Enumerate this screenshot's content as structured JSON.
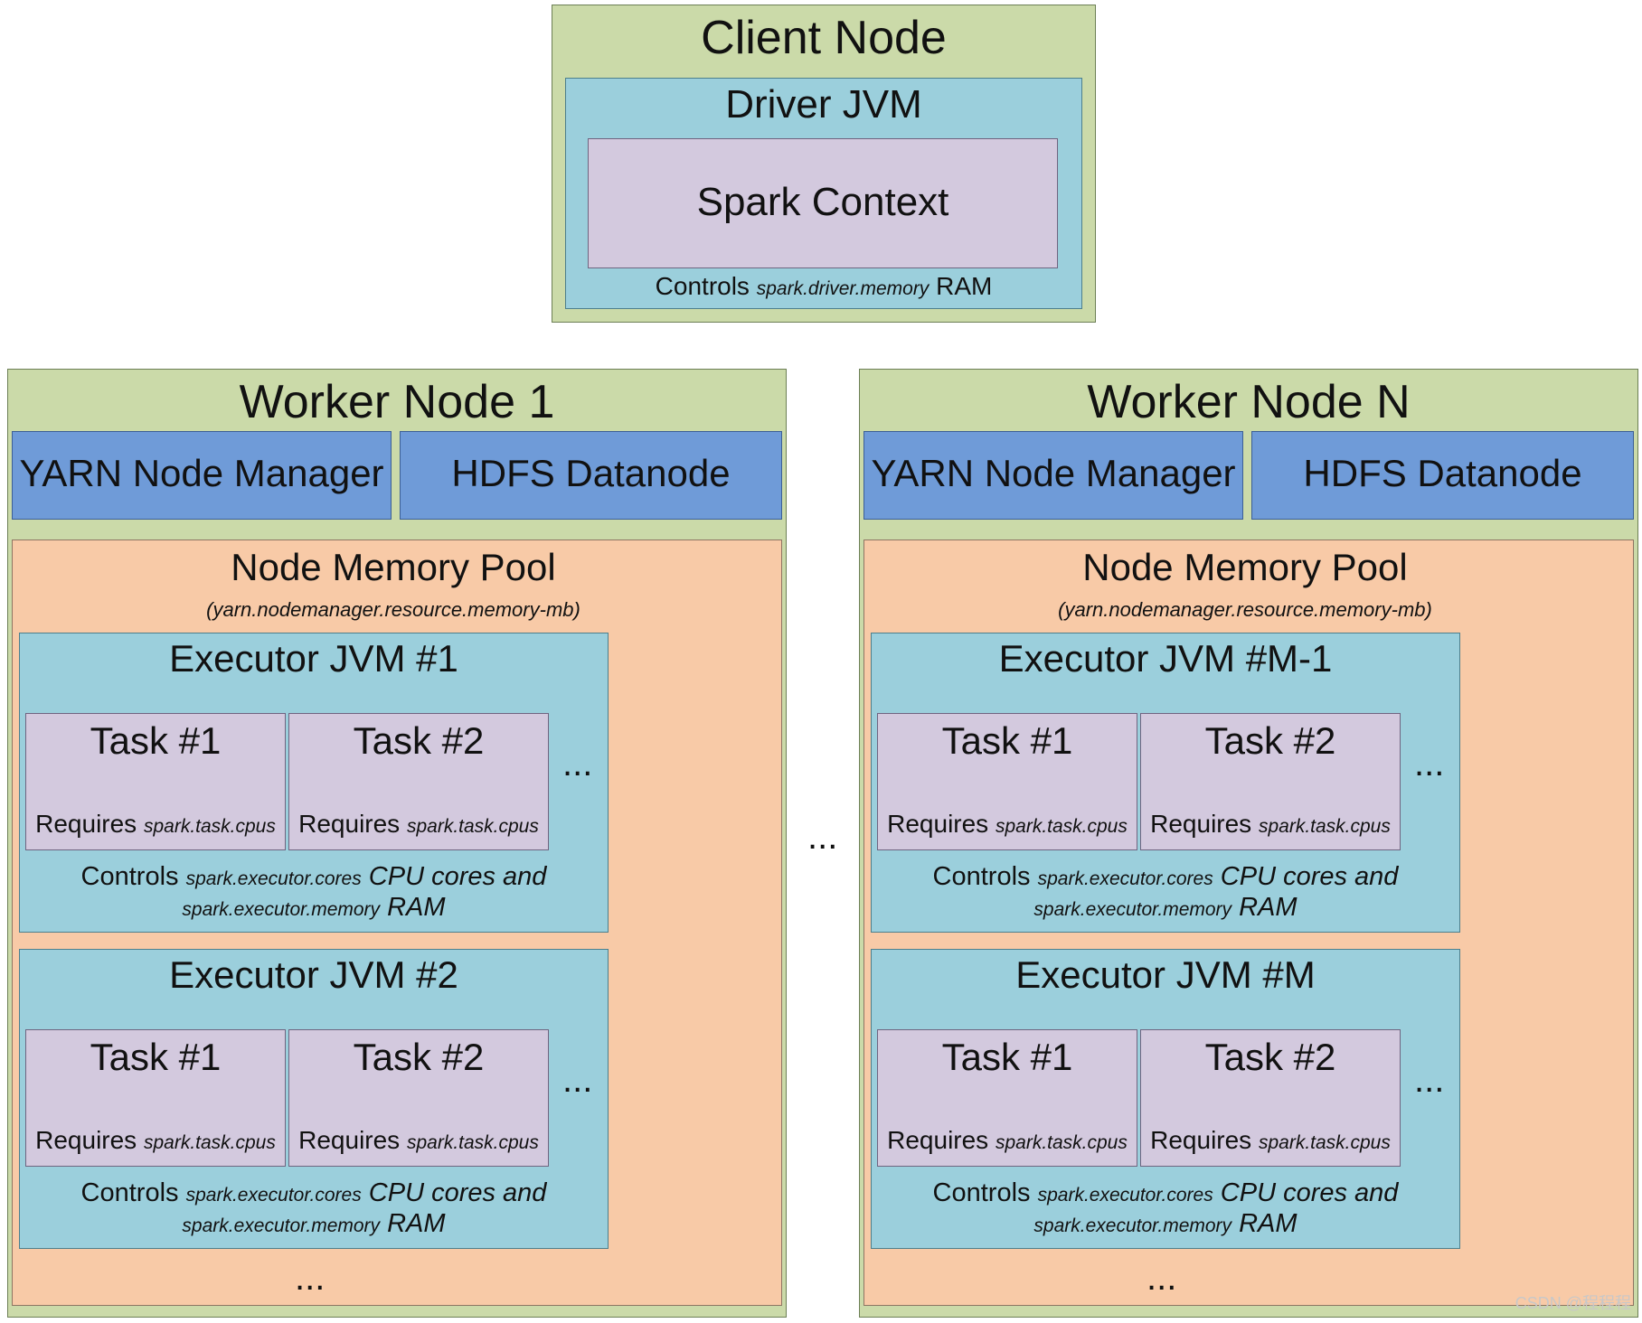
{
  "client": {
    "title": "Client Node",
    "driver_title": "Driver JVM",
    "context_title": "Spark Context",
    "controls_prefix": "Controls",
    "controls_param": "spark.driver.memory",
    "controls_suffix": "RAM"
  },
  "workers": [
    {
      "title": "Worker Node 1",
      "yarn": "YARN Node Manager",
      "hdfs": "HDFS Datanode",
      "pool_title": "Node Memory Pool",
      "pool_param": "(yarn.nodemanager.resource.memory-mb)",
      "executors": [
        {
          "title": "Executor JVM #1",
          "tasks": [
            {
              "title": "Task #1",
              "req": "Requires",
              "param": "spark.task.cpus"
            },
            {
              "title": "Task #2",
              "req": "Requires",
              "param": "spark.task.cpus"
            }
          ],
          "more": "...",
          "ctl_prefix": "Controls",
          "ctl_cores": "spark.executor.cores",
          "ctl_mid": "CPU cores and",
          "ctl_mem": "spark.executor.memory",
          "ctl_suffix": "RAM"
        },
        {
          "title": "Executor JVM #2",
          "tasks": [
            {
              "title": "Task #1",
              "req": "Requires",
              "param": "spark.task.cpus"
            },
            {
              "title": "Task #2",
              "req": "Requires",
              "param": "spark.task.cpus"
            }
          ],
          "more": "...",
          "ctl_prefix": "Controls",
          "ctl_cores": "spark.executor.cores",
          "ctl_mid": "CPU cores and",
          "ctl_mem": "spark.executor.memory",
          "ctl_suffix": "RAM"
        }
      ],
      "more": "..."
    },
    {
      "title": "Worker Node N",
      "yarn": "YARN Node Manager",
      "hdfs": "HDFS Datanode",
      "pool_title": "Node Memory Pool",
      "pool_param": "(yarn.nodemanager.resource.memory-mb)",
      "executors": [
        {
          "title": "Executor JVM #M-1",
          "tasks": [
            {
              "title": "Task #1",
              "req": "Requires",
              "param": "spark.task.cpus"
            },
            {
              "title": "Task #2",
              "req": "Requires",
              "param": "spark.task.cpus"
            }
          ],
          "more": "...",
          "ctl_prefix": "Controls",
          "ctl_cores": "spark.executor.cores",
          "ctl_mid": "CPU cores and",
          "ctl_mem": "spark.executor.memory",
          "ctl_suffix": "RAM"
        },
        {
          "title": "Executor JVM #M",
          "tasks": [
            {
              "title": "Task #1",
              "req": "Requires",
              "param": "spark.task.cpus"
            },
            {
              "title": "Task #2",
              "req": "Requires",
              "param": "spark.task.cpus"
            }
          ],
          "more": "...",
          "ctl_prefix": "Controls",
          "ctl_cores": "spark.executor.cores",
          "ctl_mid": "CPU cores and",
          "ctl_mem": "spark.executor.memory",
          "ctl_suffix": "RAM"
        }
      ],
      "more": "..."
    }
  ],
  "between_workers": "...",
  "watermark": "CSDN @程程程"
}
